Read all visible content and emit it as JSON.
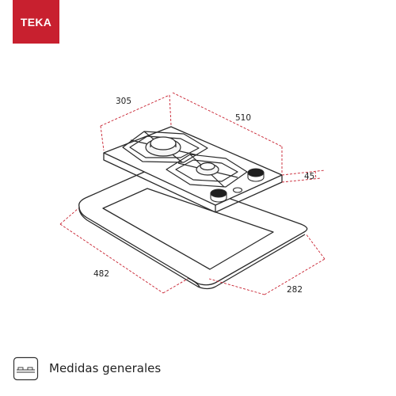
{
  "brand": {
    "logo_text": "TEKA",
    "color": "#c8202f"
  },
  "dimensions": {
    "width_depth": "305",
    "length": "510",
    "height": "45",
    "cutout_length": "482",
    "cutout_depth": "282"
  },
  "dimension_line_color": "#c8202f",
  "caption": {
    "icon": "hob-outline-icon",
    "text": "Medidas generales"
  }
}
